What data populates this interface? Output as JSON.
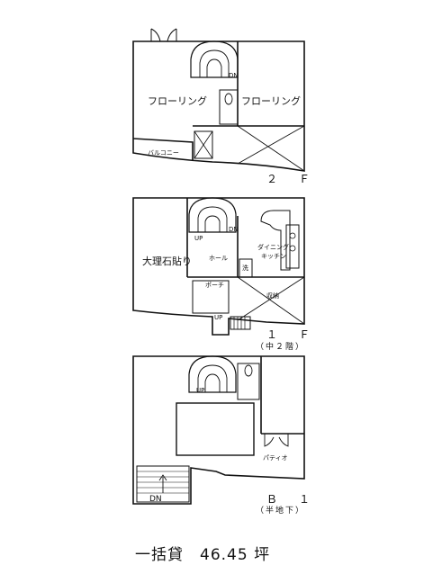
{
  "floors": {
    "f2": {
      "name": "２　Ｆ",
      "rooms": [
        "フローリング",
        "フローリング",
        "バルコニー"
      ],
      "marks": [
        "DN"
      ]
    },
    "f1": {
      "name": "１　Ｆ",
      "sub": "（中２階）",
      "rooms": [
        "大理石貼り",
        "ダイニング",
        "キッチン",
        "ホール",
        "ポーチ",
        "洗",
        "収納"
      ],
      "marks": [
        "UP",
        "DN",
        "UP"
      ]
    },
    "b1": {
      "name": "Ｂ　１",
      "sub": "（半地下）",
      "rooms": [
        "パティオ"
      ],
      "marks": [
        "UP",
        "DN"
      ]
    }
  },
  "footer": "一括貸　46.45 坪"
}
